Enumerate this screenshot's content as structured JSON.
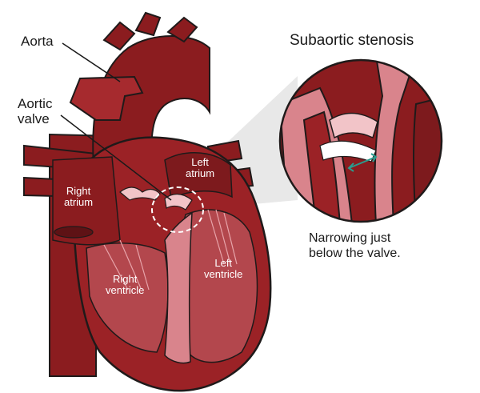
{
  "labels": {
    "aorta": "Aorta",
    "aortic_valve_line1": "Aortic",
    "aortic_valve_line2": "valve",
    "left_atrium_line1": "Left",
    "left_atrium_line2": "atrium",
    "right_atrium_line1": "Right",
    "right_atrium_line2": "atrium",
    "right_ventricle_line1": "Right",
    "right_ventricle_line2": "ventricle",
    "left_ventricle_line1": "Left",
    "left_ventricle_line2": "ventricle"
  },
  "inset": {
    "title": "Subaortic stenosis",
    "caption_line1": "Narrowing just",
    "caption_line2": "below the valve."
  },
  "colors": {
    "dark_red": "#8b1c1f",
    "mid_red": "#a62a2e",
    "wall_pink": "#d9848c",
    "light_pink": "#f2c4c8",
    "outline": "#1f1a1a",
    "measure_teal": "#2a9d8f",
    "callout_gray": "#e6e6e6"
  }
}
